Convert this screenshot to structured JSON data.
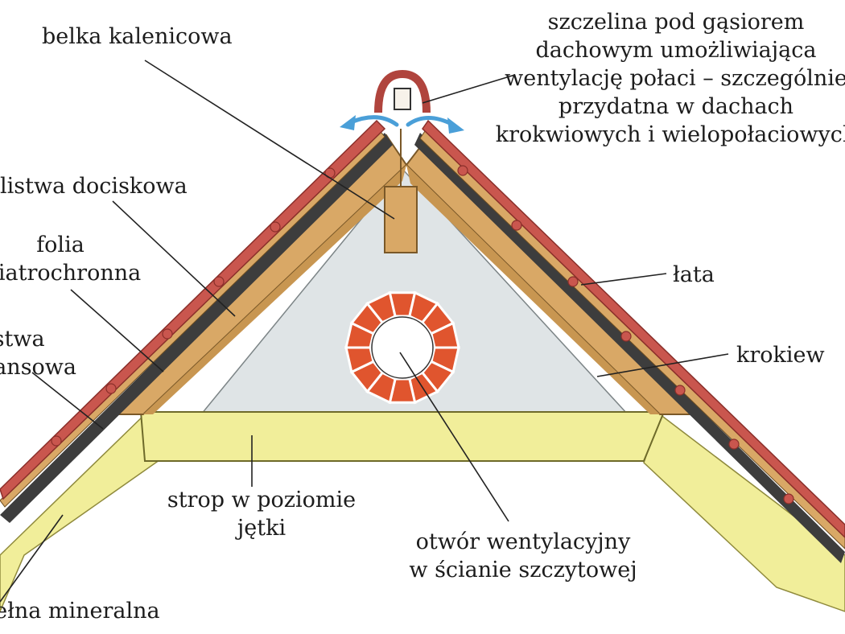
{
  "labels": {
    "belka": {
      "text": "belka kalenicowa"
    },
    "szczelina": {
      "lines": [
        "szczelina pod gąsiorem",
        "dachowym umożliwiająca",
        "wentylację połaci – szczególnie",
        "przydatna w dachach",
        "krokwiowych i wielopołaciowych"
      ]
    },
    "listwa_dociskowa": {
      "text": "listwa dociskowa"
    },
    "folia": {
      "lines": [
        "folia",
        "wiatrochronna"
      ]
    },
    "listwa_dystansowa": {
      "lines": [
        "listwa",
        "dystansowa"
      ]
    },
    "wełna": {
      "text": "wełna mineralna"
    },
    "strop": {
      "lines": [
        "strop w poziomie",
        "jętki"
      ]
    },
    "otwor": {
      "lines": [
        "otwór wentylacyjny",
        "w ścianie szczytowej"
      ]
    },
    "lata": {
      "text": "łata"
    },
    "krokiew": {
      "text": "krokiew"
    }
  },
  "colors": {
    "rafter": "#d9a866",
    "rafter_dark": "#b98a4a",
    "insulation": "#f1ee9a",
    "gable_wall": "#dfe4e6",
    "tile": "#c9564e",
    "tile_edge": "#8a2f2a",
    "brick": "#e0552e",
    "airflow": "#4a9fd8",
    "leader": "#222222"
  }
}
